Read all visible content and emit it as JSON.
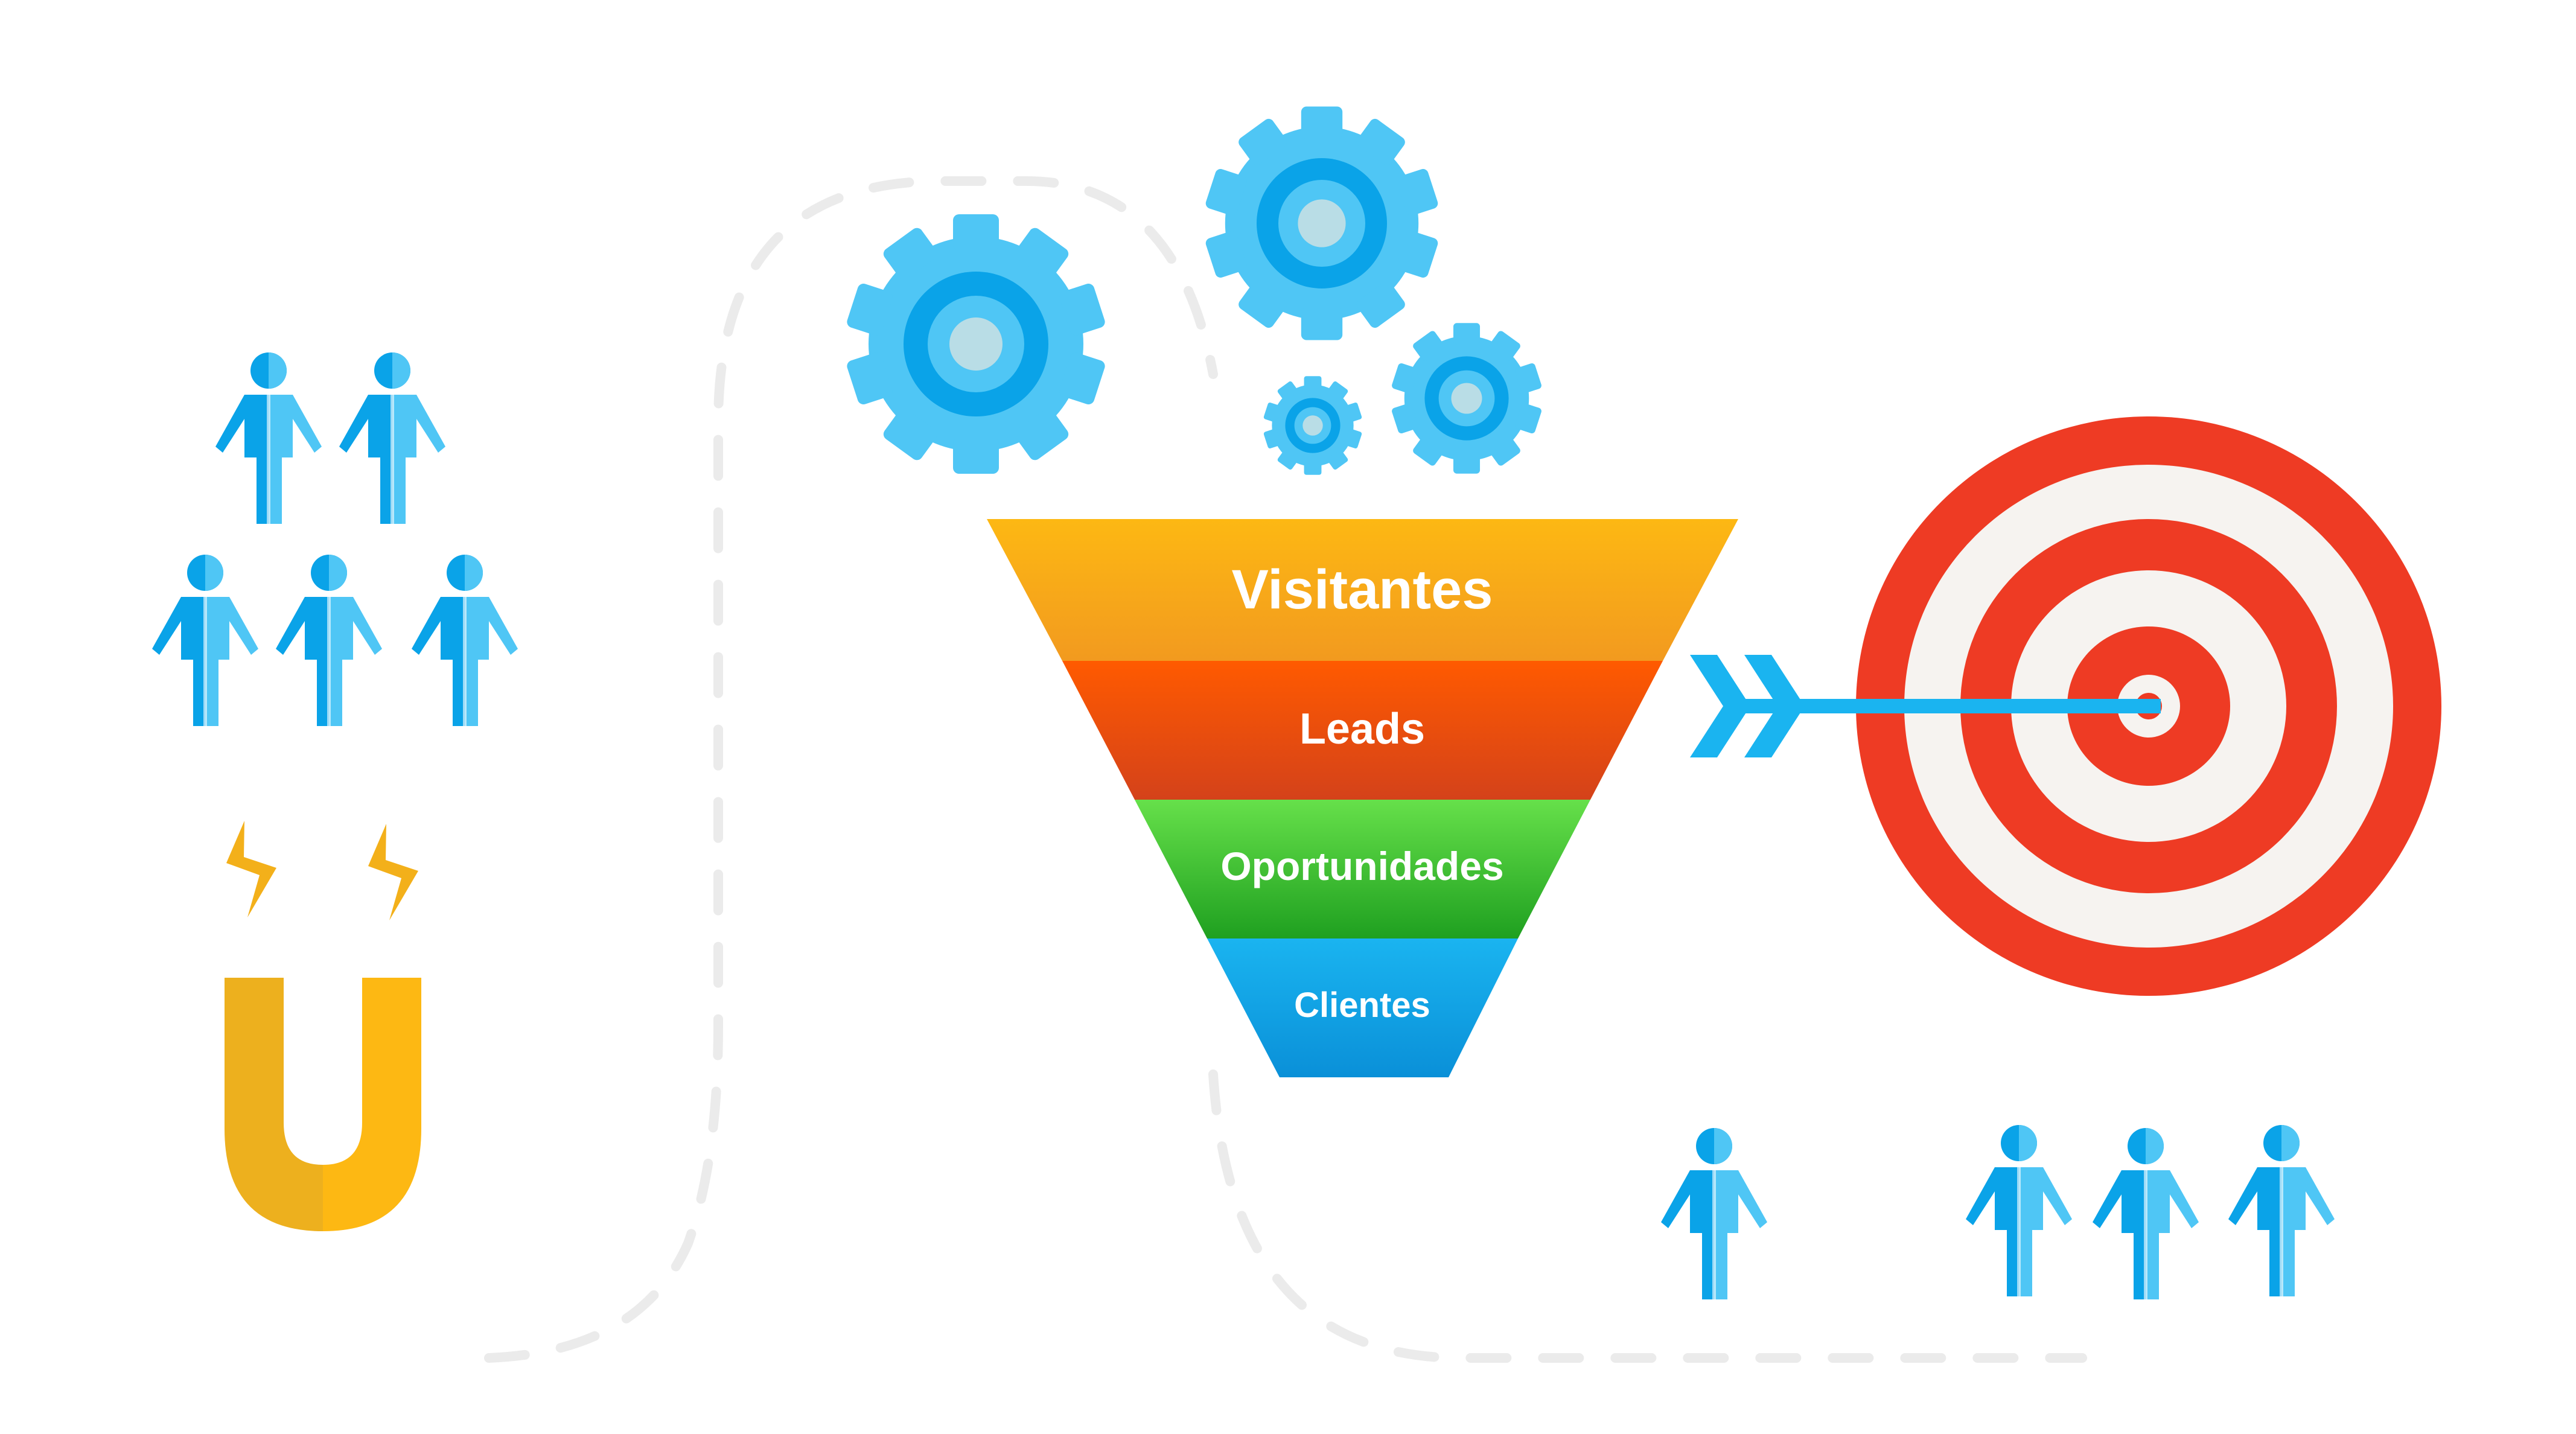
{
  "funnel": {
    "stages": [
      {
        "label": "Visitantes",
        "color_top": "#FDB813",
        "color_bottom": "#F29A1F"
      },
      {
        "label": "Leads",
        "color_top": "#FF5A00",
        "color_bottom": "#D4421A"
      },
      {
        "label": "Oportunidades",
        "color_top": "#66E04A",
        "color_bottom": "#1FA020"
      },
      {
        "label": "Clientes",
        "color_top": "#1AB4F0",
        "color_bottom": "#0A90D8"
      }
    ]
  },
  "icons": {
    "people_left": "person-icon",
    "people_right": "person-icon",
    "magnet": "magnet-icon",
    "gears": "gear-icon",
    "target": "target-icon",
    "arrow": "arrow-icon"
  },
  "colors": {
    "person_dark": "#0AA3E8",
    "person_light": "#4FC6F5",
    "gear_outer": "#4FC6F5",
    "gear_mid": "#0AA3E8",
    "gear_hole": "#B9DDE6",
    "magnet_left": "#EDB01E",
    "magnet_right": "#FDB813",
    "spark": "#F3B01A",
    "target_red": "#EE3B24",
    "target_white": "#F6F3F0",
    "dashed_path": "#EBEBEB"
  }
}
